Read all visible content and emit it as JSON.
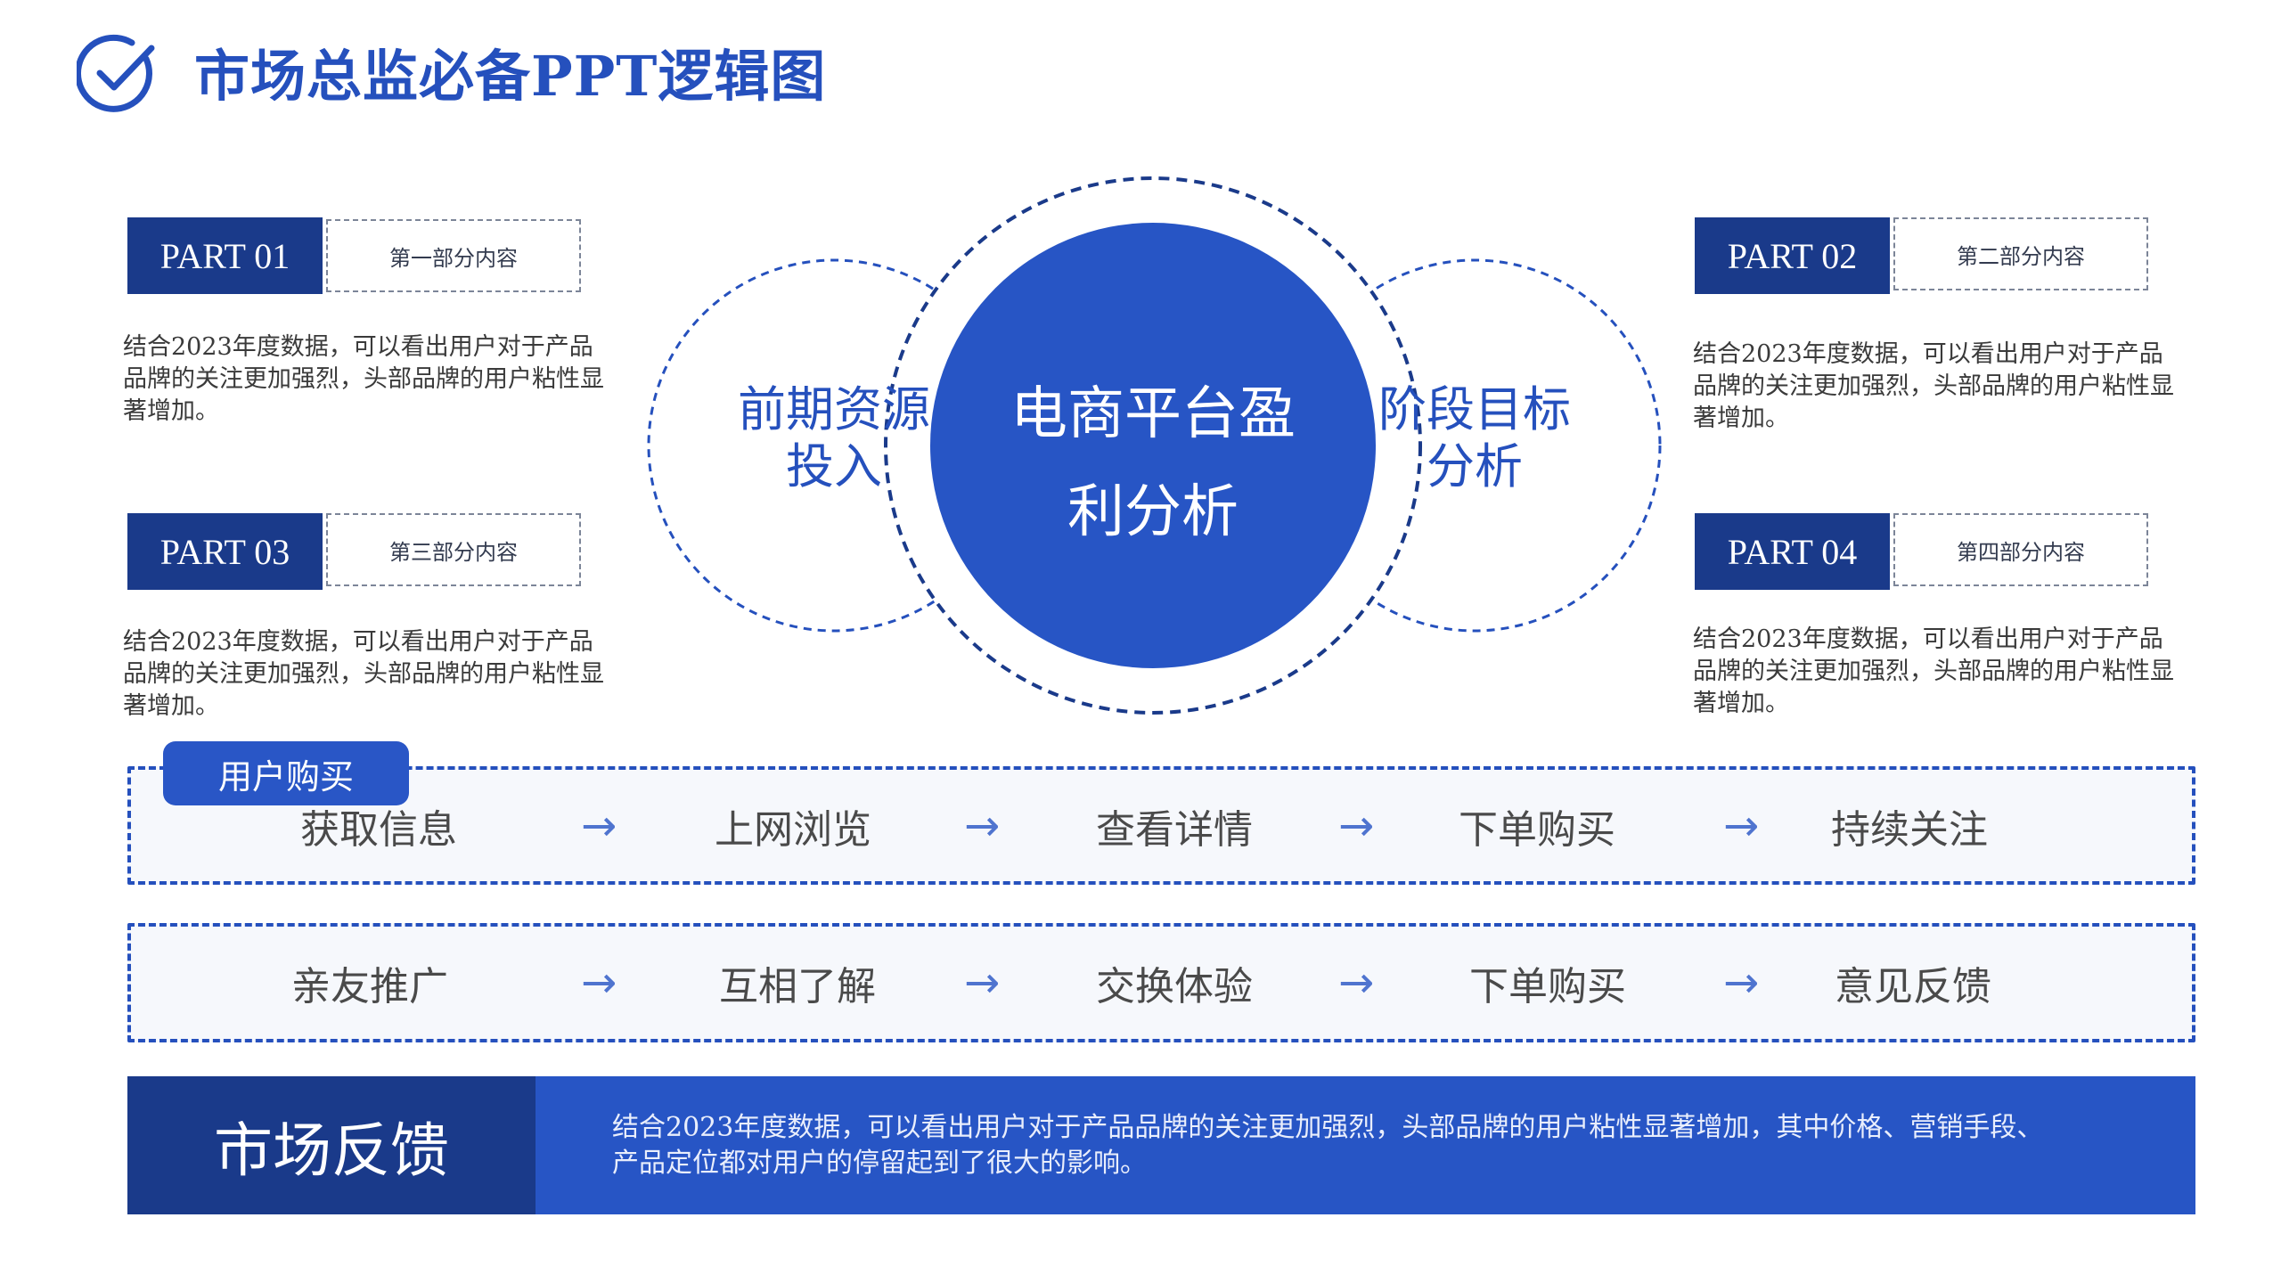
{
  "header": {
    "title": "市场总监必备PPT逻辑图",
    "icon": "check-circle-icon",
    "accent_color": "#2550bd"
  },
  "parts": [
    {
      "tag": "PART 01",
      "subtitle": "第一部分内容",
      "description": "结合2023年度数据，可以看出用户对于产品品牌的关注更加强烈，头部品牌的用户粘性显著增加。"
    },
    {
      "tag": "PART 02",
      "subtitle": "第二部分内容",
      "description": "结合2023年度数据，可以看出用户对于产品品牌的关注更加强烈，头部品牌的用户粘性显著增加。"
    },
    {
      "tag": "PART 03",
      "subtitle": "第三部分内容",
      "description": "结合2023年度数据，可以看出用户对于产品品牌的关注更加强烈，头部品牌的用户粘性显著增加。"
    },
    {
      "tag": "PART 04",
      "subtitle": "第四部分内容",
      "description": "结合2023年度数据，可以看出用户对于产品品牌的关注更加强烈，头部品牌的用户粘性显著增加。"
    }
  ],
  "diagram": {
    "left": {
      "line1": "前期资源",
      "line2": "投入"
    },
    "center": {
      "line1": "电商平台盈",
      "line2": "利分析"
    },
    "right": {
      "line1": "阶段目标",
      "line2": "分析"
    },
    "center_color": "#2755c5"
  },
  "flow": {
    "tab_label": "用户购买",
    "row1": [
      "获取信息",
      "上网浏览",
      "查看详情",
      "下单购买",
      "持续关注"
    ],
    "row2": [
      "亲友推广",
      "互相了解",
      "交换体验",
      "下单购买",
      "意见反馈"
    ],
    "arrow": "→"
  },
  "feedback": {
    "title": "市场反馈",
    "text_line1": "结合2023年度数据，可以看出用户对于产品品牌的关注更加强烈，头部品牌的用户粘性显著增加，其中价格、营销手段、",
    "text_line2": "产品定位都对用户的停留起到了很大的影响。"
  }
}
